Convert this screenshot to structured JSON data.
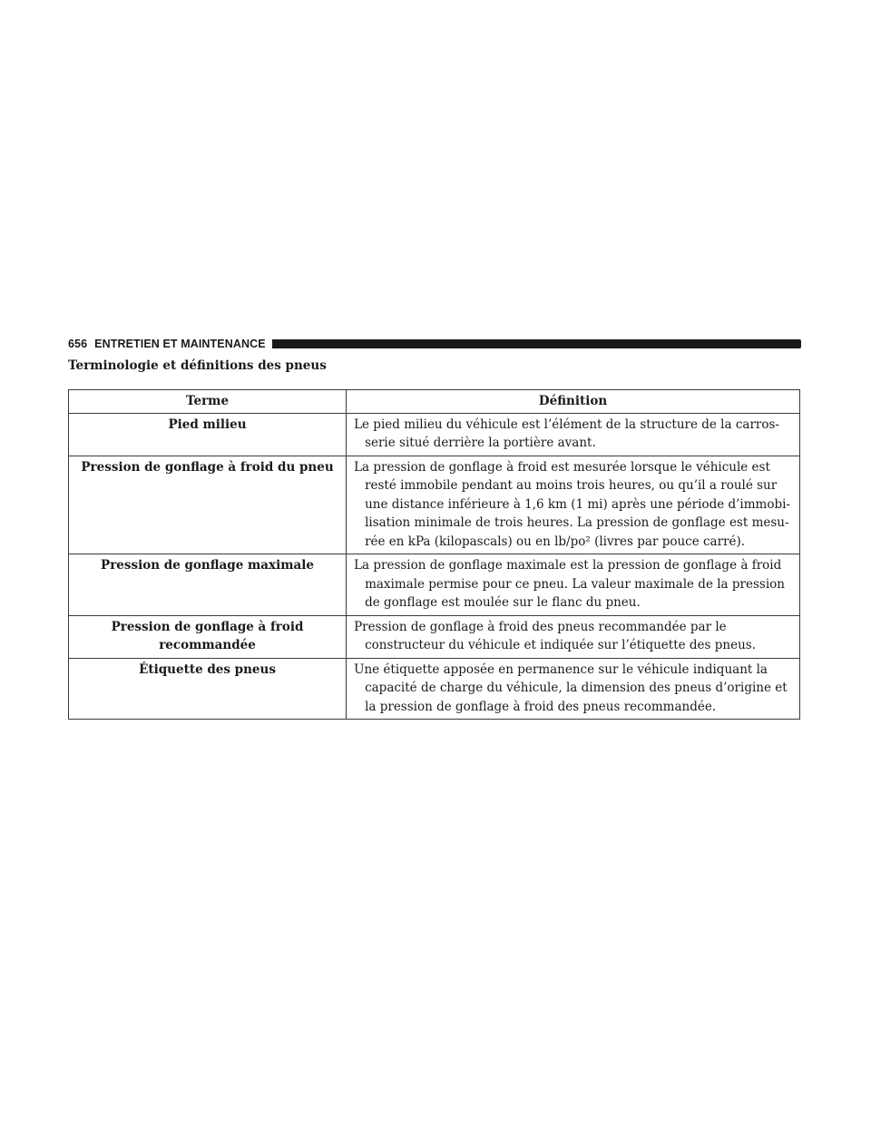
{
  "header": {
    "page_number": "656",
    "running_title": "ENTRETIEN ET MAINTENANCE"
  },
  "section_title": "Terminologie et définitions des pneus",
  "table": {
    "columns": [
      "Terme",
      "Définition"
    ],
    "rows": [
      {
        "term": "Pied milieu",
        "definition_lines": [
          "Le pied milieu du véhicule est l’élément de la structure de la carros-",
          "serie situé derrière la portière avant."
        ]
      },
      {
        "term": "Pression de gonflage à froid du pneu",
        "definition_lines": [
          "La pression de gonflage à froid est mesurée lorsque le véhicule est",
          "resté immobile pendant au moins trois heures, ou qu’il a roulé sur",
          "une distance inférieure à 1,6 km (1 mi) après une période d’immobi-",
          "lisation minimale de trois heures. La pression de gonflage est mesu-",
          "rée en kPa (kilopascals) ou en lb/po² (livres par pouce carré)."
        ]
      },
      {
        "term": "Pression de gonflage maximale",
        "definition_lines": [
          "La pression de gonflage maximale est la pression de gonflage à froid",
          "maximale permise pour ce pneu. La valeur maximale de la pression",
          "de gonflage est moulée sur le flanc du pneu."
        ]
      },
      {
        "term": "Pression de gonflage à froid recommandée",
        "definition_lines": [
          "Pression de gonflage à froid des pneus recommandée par le",
          "constructeur du véhicule et indiquée sur l’étiquette des pneus."
        ]
      },
      {
        "term": "Étiquette des pneus",
        "definition_lines": [
          "Une étiquette apposée en permanence sur le véhicule indiquant la",
          "capacité de charge du véhicule, la dimension des pneus d’origine et",
          "la pression de gonflage à froid des pneus recommandée."
        ]
      }
    ]
  }
}
